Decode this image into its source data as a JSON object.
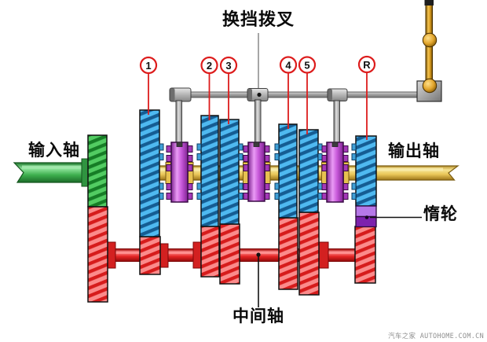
{
  "diagram": {
    "title": "换挡拨叉",
    "labels": {
      "shift_fork": "换挡拨叉",
      "input_shaft": "输入轴",
      "output_shaft": "输出轴",
      "idler_gear": "惰轮",
      "counter_shaft": "中间轴"
    },
    "gear_labels": [
      "1",
      "2",
      "3",
      "4",
      "5",
      "R"
    ],
    "watermark": {
      "site": "汽车之家",
      "domain": "AUTOHOME.COM.CN"
    },
    "colors": {
      "gear_blue_light": "#4fb9f0",
      "gear_blue_dark": "#155d93",
      "gear_green_light": "#52cc62",
      "gear_green_dark": "#167d26",
      "gear_red_light": "#fb8b8b",
      "gear_red_dark": "#d61c1c",
      "synchro_purple": "#c859da",
      "idler_purple_top": "#b678e8",
      "idler_purple_bottom": "#7d22ad",
      "shaft_yellow": "#e7c150",
      "shaft_green": "#3daf4e",
      "shaft_red": "#d91c1c",
      "rail_gray": "#9c9c9c",
      "lever_gold": "#d69a1e",
      "leader_red": "#dd1c1c"
    }
  }
}
